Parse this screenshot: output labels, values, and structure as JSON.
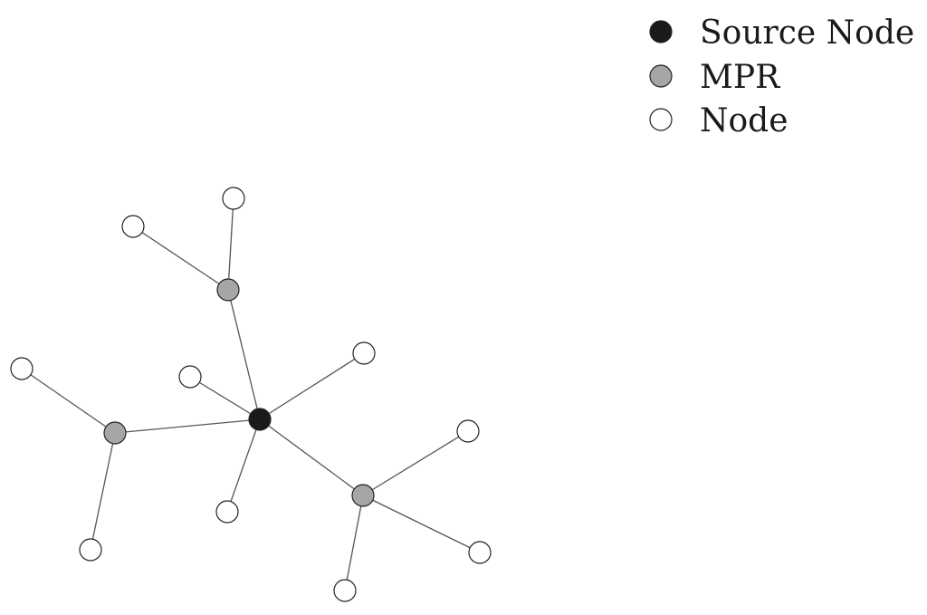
{
  "legend": {
    "items": [
      {
        "label": "Source Node",
        "type": "source"
      },
      {
        "label": "MPR",
        "type": "mpr"
      },
      {
        "label": "Node",
        "type": "node"
      }
    ]
  },
  "colors": {
    "source": "#1a1a1a",
    "mpr": "#a6a6a6",
    "node": "#ffffff",
    "edge": "#555555"
  },
  "graph": {
    "nodes": [
      {
        "id": "source",
        "type": "source"
      },
      {
        "id": "mpr-top",
        "type": "mpr"
      },
      {
        "id": "mpr-left",
        "type": "mpr"
      },
      {
        "id": "mpr-bottom-right",
        "type": "mpr"
      },
      {
        "id": "n1",
        "type": "node"
      },
      {
        "id": "n2",
        "type": "node"
      },
      {
        "id": "n3",
        "type": "node"
      },
      {
        "id": "n4",
        "type": "node"
      },
      {
        "id": "n5",
        "type": "node"
      },
      {
        "id": "n6",
        "type": "node"
      },
      {
        "id": "n7",
        "type": "node"
      },
      {
        "id": "n8",
        "type": "node"
      },
      {
        "id": "n9",
        "type": "node"
      },
      {
        "id": "n10",
        "type": "node"
      },
      {
        "id": "n11",
        "type": "node"
      }
    ],
    "edges": [
      [
        "source",
        "mpr-top"
      ],
      [
        "source",
        "mpr-left"
      ],
      [
        "source",
        "mpr-bottom-right"
      ],
      [
        "source",
        "n3"
      ],
      [
        "source",
        "n4"
      ],
      [
        "source",
        "n5"
      ],
      [
        "mpr-top",
        "n1"
      ],
      [
        "mpr-top",
        "n2"
      ],
      [
        "mpr-left",
        "n6"
      ],
      [
        "mpr-left",
        "n7"
      ],
      [
        "mpr-bottom-right",
        "n8"
      ],
      [
        "mpr-bottom-right",
        "n9"
      ],
      [
        "mpr-bottom-right",
        "n10"
      ]
    ]
  }
}
